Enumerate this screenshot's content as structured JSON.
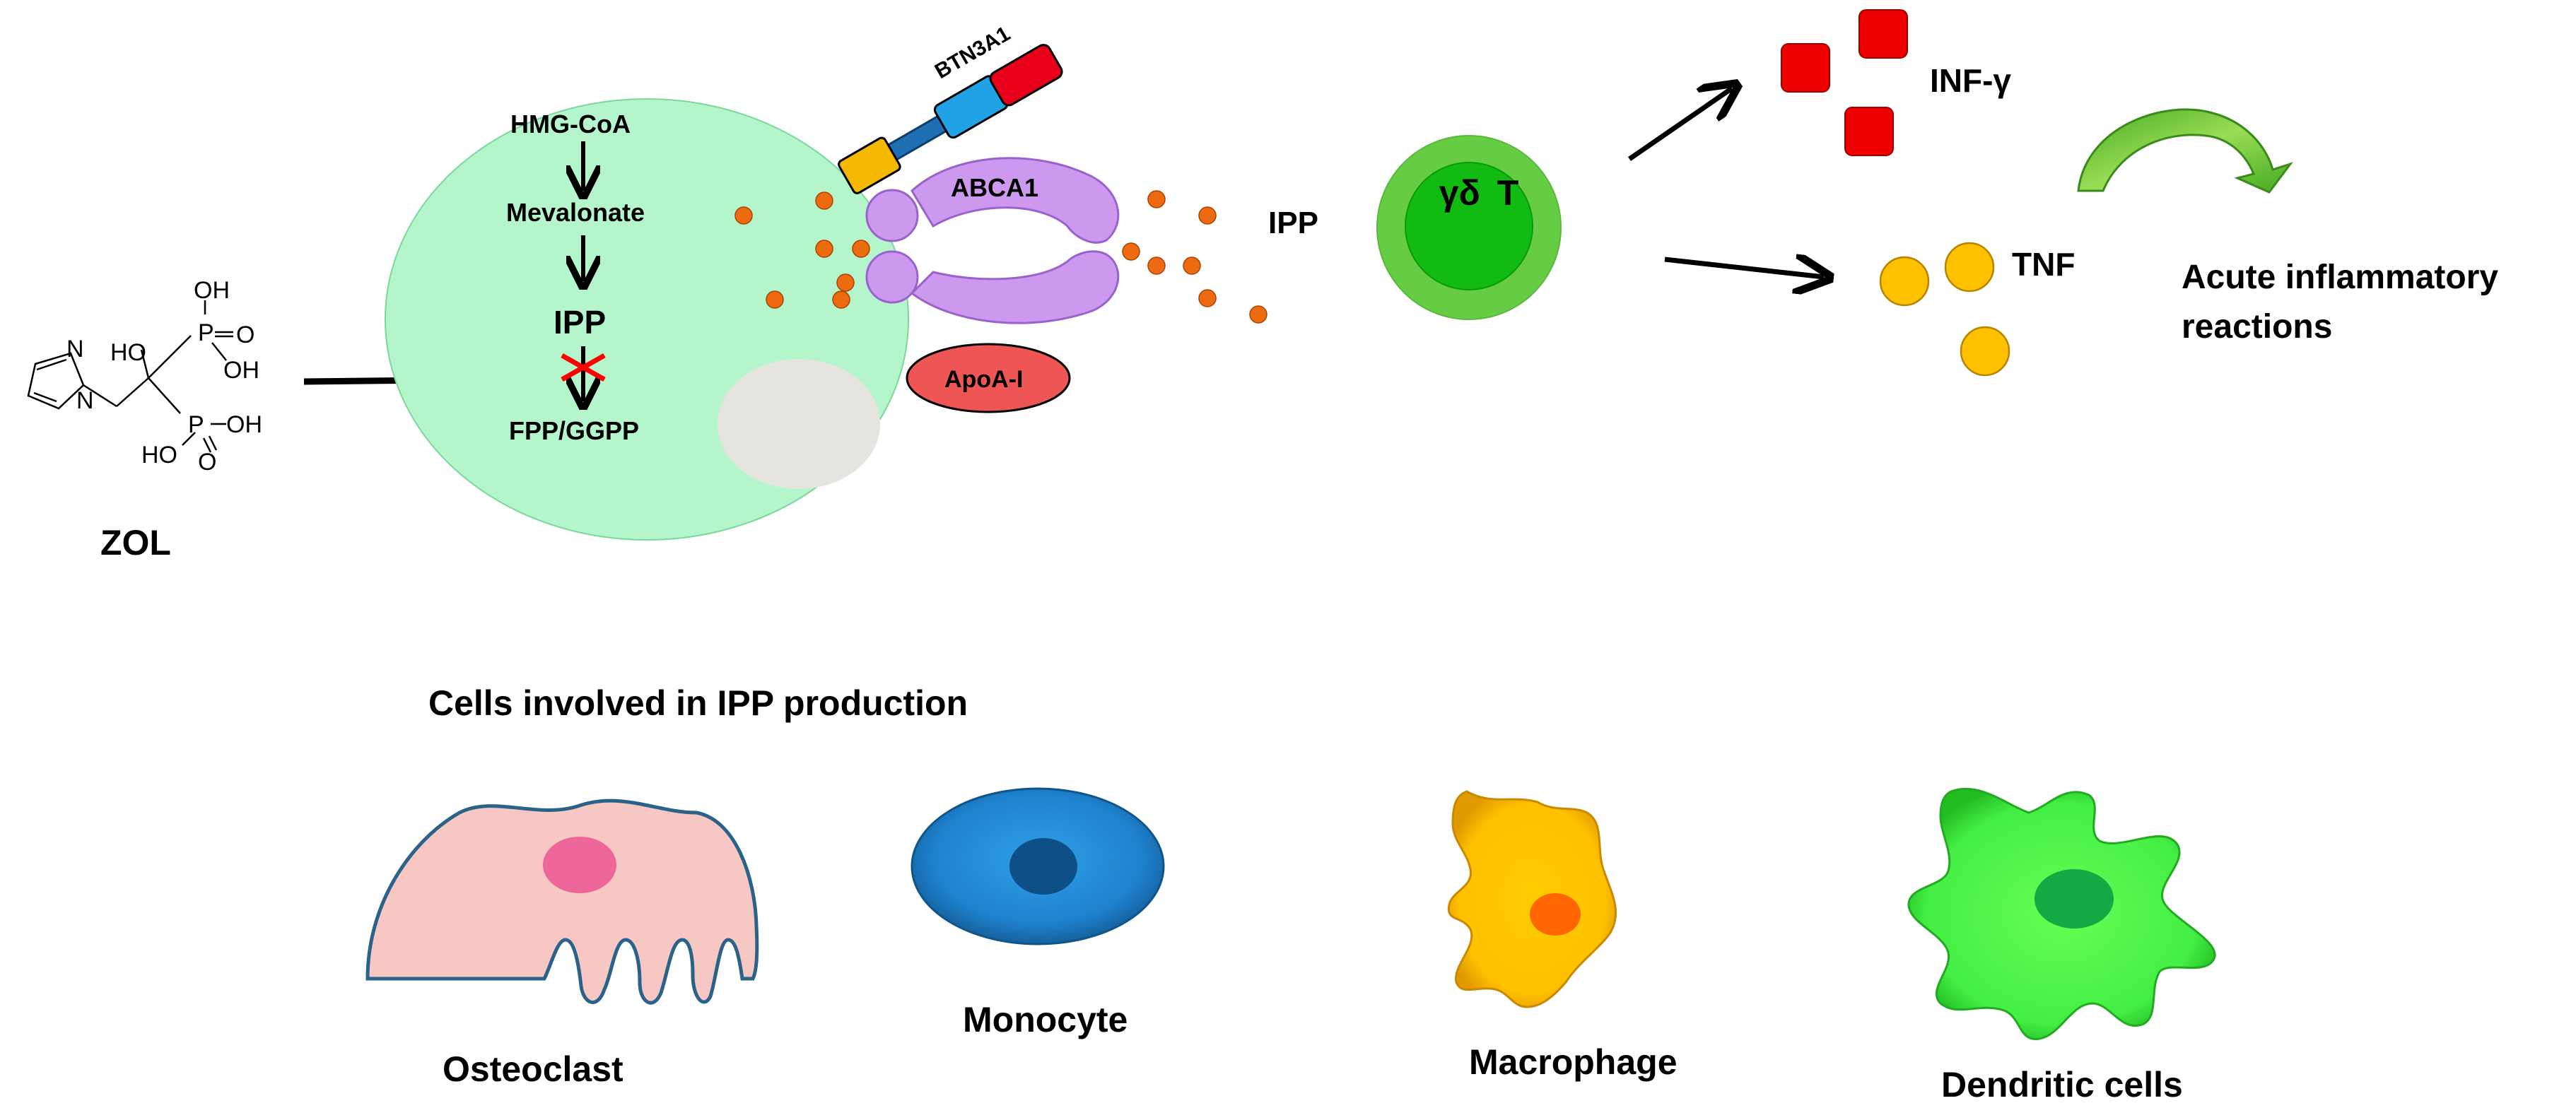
{
  "drug": {
    "name": "ZOL",
    "molecule_labels": {
      "oh_top": "OH",
      "p_top": "P",
      "o_top": "O",
      "oh_top_right": "OH",
      "ho_mid": "HO",
      "p_bottom": "P",
      "oh_bottom": "OH",
      "ho_bottom": "HO",
      "o_bottom": "O",
      "n_ring_top": "N",
      "n_ring_bottom": "N"
    }
  },
  "pathway": {
    "step1": "HMG-CoA",
    "step2": "Mevalonate",
    "step3": "IPP",
    "step4": "FPP/GGPP",
    "block_mark_color": "#ff0000"
  },
  "membrane": {
    "receptor": "BTN3A1",
    "transporter": "ABCA1",
    "apolipoprotein": "ApoA-I"
  },
  "extracellular": {
    "ipp_label": "IPP"
  },
  "tcell": {
    "label_greek": "γδ",
    "label_letter": "T"
  },
  "outputs": {
    "cytokine1": "INF-γ",
    "cytokine2": "TNF",
    "result_line1": "Acute inflammatory",
    "result_line2": "reactions"
  },
  "cells_section": {
    "title": "Cells involved in IPP production",
    "cells": [
      "Osteoclast",
      "Monocyte",
      "Macrophage",
      "Dendritic cells"
    ]
  },
  "colors": {
    "cell_body": "#b5f5cc",
    "tcell_outer": "#66cc44",
    "tcell_inner": "#11bb11",
    "cytokine_square": "#ee0000",
    "cytokine_circle": "#ffc000",
    "ipp_dot": "#ee6a10",
    "abca1": "#cc99ee",
    "apoa": "#ee5555"
  }
}
